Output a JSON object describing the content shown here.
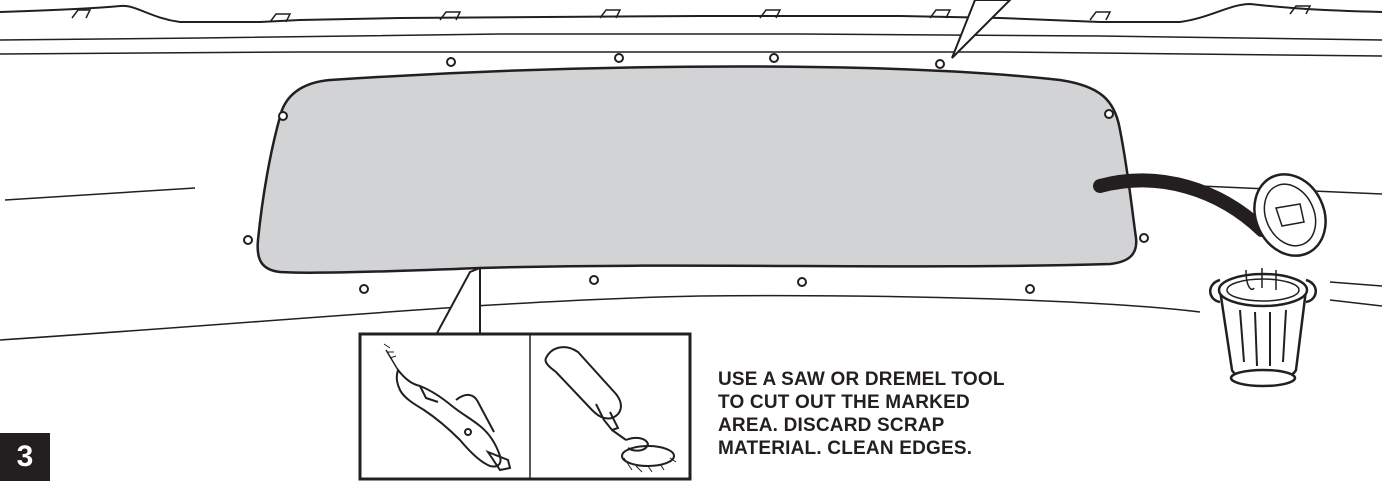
{
  "step": {
    "number": "3"
  },
  "instructions": {
    "lines": [
      "USE A SAW OR DREMEL TOOL",
      "TO CUT OUT THE MARKED",
      "AREA. DISCARD SCRAP",
      "MATERIAL. CLEAN EDGES."
    ]
  },
  "colors": {
    "line": "#231f20",
    "cutout_fill": "#d1d3d4",
    "background": "#ffffff"
  },
  "tools": [
    "reciprocating-saw",
    "dremel-rotary-tool"
  ]
}
